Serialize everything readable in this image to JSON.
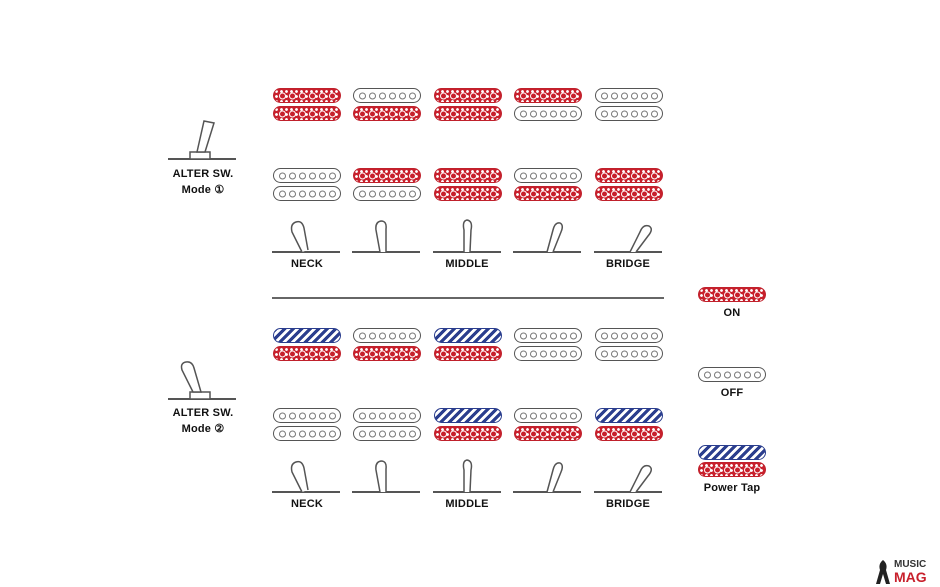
{
  "positions": [
    "NECK",
    "MIDDLE",
    "BRIDGE"
  ],
  "sections": [
    {
      "switch_label": "ALTER SW.",
      "mode_label": "Mode ①"
    },
    {
      "switch_label": "ALTER SW.",
      "mode_label": "Mode ②"
    }
  ],
  "legend": {
    "on": "ON",
    "off": "OFF",
    "power_tap": "Power Tap"
  },
  "watermark": {
    "text1": "MUSIC",
    "text2": "MAG"
  },
  "colors": {
    "on_red": "#c8202c",
    "tap_blue": "#2b3e8e",
    "off_outline": "#555555"
  }
}
